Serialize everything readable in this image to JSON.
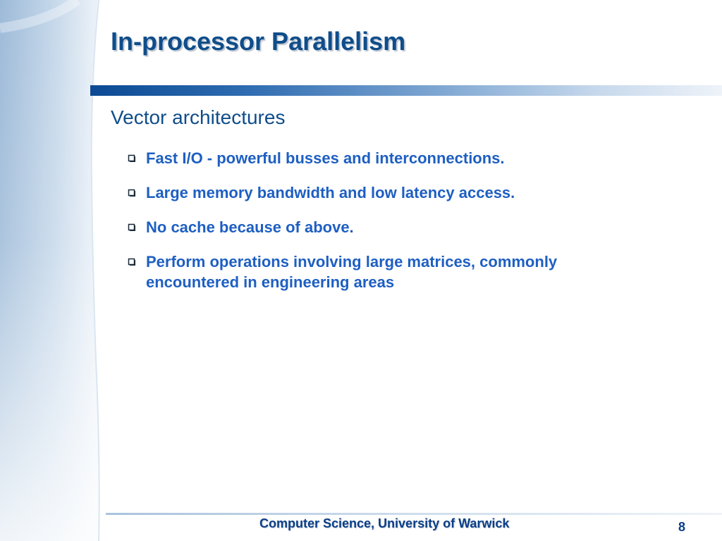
{
  "slide": {
    "title": "In-processor Parallelism",
    "subtitle": "Vector architectures",
    "bullets": [
      {
        "text": "Fast I/O - powerful busses and interconnections."
      },
      {
        "text": "Large memory bandwidth and low latency access."
      },
      {
        "text": "No cache because of above."
      },
      {
        "text": "Perform operations involving large matrices, commonly encountered in engineering areas"
      }
    ],
    "bullet_icon": "hollow-square-bullet-icon",
    "footer": "Computer Science, University of Warwick",
    "page_number": "8"
  },
  "colors": {
    "title": "#0f4d8a",
    "bullet_text": "#1e5fc2",
    "footer_text": "#0a3e86",
    "accent_bar": "#0b4a93",
    "panel_light": "#e9f0f7",
    "panel_dark": "#a9c3de"
  }
}
